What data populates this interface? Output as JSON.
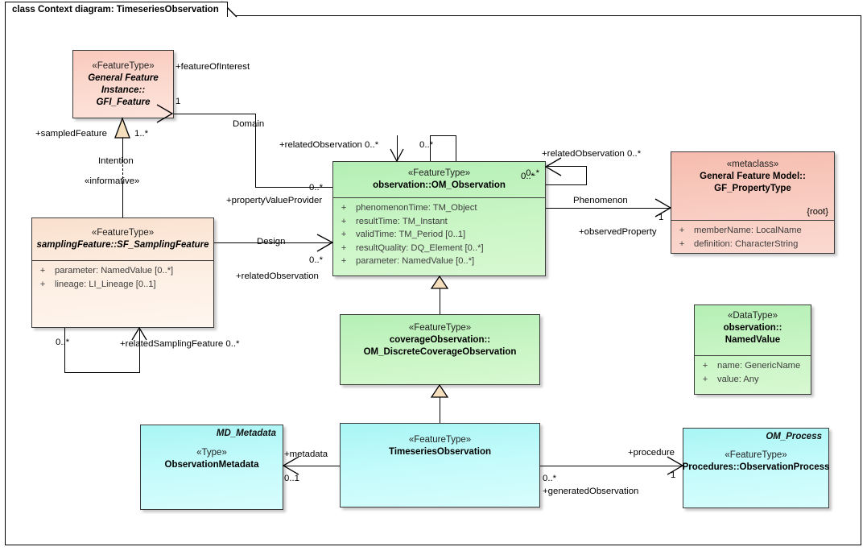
{
  "diagram": {
    "title": "class Context diagram: TimeseriesObservation",
    "type": "uml-class-diagram",
    "background": "#ffffff",
    "frame_border": "#000000"
  },
  "palette": {
    "pink": "#fbd4c8",
    "pink_metaclass": "#f9c9bd",
    "peach": "#fdeade",
    "green": "#c8f5c4",
    "cyan": "#c4fbfb",
    "line": "#000000",
    "generalization_fill": "#f5debb"
  },
  "classes": [
    {
      "id": "gfi-feature",
      "stereotype": "«FeatureType»",
      "name_lines": [
        "General Feature",
        "Instance::",
        "GFI_Feature"
      ],
      "name_italic": true,
      "theme": "pink",
      "attributes": [],
      "corner_tag": ""
    },
    {
      "id": "sf-samplingfeature",
      "stereotype": "«FeatureType»",
      "name_lines": [
        "samplingFeature::SF_SamplingFeature"
      ],
      "name_italic": true,
      "theme": "peach",
      "attributes": [
        {
          "visibility": "+",
          "text": "parameter: NamedValue [0..*]"
        },
        {
          "visibility": "+",
          "text": "lineage: LI_Lineage [0..1]"
        }
      ],
      "corner_tag": ""
    },
    {
      "id": "om-observation",
      "stereotype": "«FeatureType»",
      "name_lines": [
        "observation::OM_Observation"
      ],
      "name_italic": false,
      "theme": "green",
      "attributes": [
        {
          "visibility": "+",
          "text": "phenomenonTime: TM_Object"
        },
        {
          "visibility": "+",
          "text": "resultTime: TM_Instant"
        },
        {
          "visibility": "+",
          "text": "validTime: TM_Period [0..1]"
        },
        {
          "visibility": "+",
          "text": "resultQuality: DQ_Element [0..*]"
        },
        {
          "visibility": "+",
          "text": "parameter: NamedValue [0..*]"
        }
      ],
      "corner_tag": "0..*"
    },
    {
      "id": "gf-propertytype",
      "stereotype": "«metaclass»",
      "name_lines": [
        "General Feature Model::",
        "GF_PropertyType"
      ],
      "name_italic": false,
      "theme": "pink2",
      "attributes": [
        {
          "visibility": "+",
          "text": "memberName: LocalName"
        },
        {
          "visibility": "+",
          "text": "definition: CharacterString"
        }
      ],
      "corner_tag": "{root}"
    },
    {
      "id": "om-discretecoverageobservation",
      "stereotype": "«FeatureType»",
      "name_lines": [
        "coverageObservation::",
        "OM_DiscreteCoverageObservation"
      ],
      "name_italic": false,
      "theme": "green",
      "attributes": [],
      "corner_tag": ""
    },
    {
      "id": "namedvalue",
      "stereotype": "«DataType»",
      "name_lines": [
        "observation::",
        "NamedValue"
      ],
      "name_italic": false,
      "theme": "green",
      "attributes": [
        {
          "visibility": "+",
          "text": "name: GenericName"
        },
        {
          "visibility": "+",
          "text": "value: Any"
        }
      ],
      "corner_tag": ""
    },
    {
      "id": "observationmetadata",
      "stereotype": "«Type»",
      "name_lines": [
        "ObservationMetadata"
      ],
      "name_italic": false,
      "theme": "cyan",
      "attributes": [],
      "corner_tag": "",
      "top_right_label": "MD_Metadata"
    },
    {
      "id": "timeseriesobservation",
      "stereotype": "«FeatureType»",
      "name_lines": [
        "TimeseriesObservation"
      ],
      "name_italic": false,
      "theme": "cyan",
      "attributes": [],
      "corner_tag": ""
    },
    {
      "id": "observationprocess",
      "stereotype": "«FeatureType»",
      "name_lines": [
        "Procedures::ObservationProcess"
      ],
      "name_italic": false,
      "theme": "cyan",
      "attributes": [],
      "corner_tag": "",
      "top_right_label": "OM_Process"
    }
  ],
  "connector_labels": {
    "feature_of_interest": "+featureOfInterest",
    "foi_mult": "1",
    "sampled_feature": "+sampledFeature",
    "sampled_feature_mult": "1..*",
    "intention": "Intention",
    "informative": "«informative»",
    "domain": "Domain",
    "related_observation_domain": "+relatedObservation 0..*",
    "domain_mult_top": "0..*",
    "property_value_provider": "+propertyValueProvider",
    "pvp_mult": "0..*",
    "design": "Design",
    "related_observation_design": "+relatedObservation",
    "design_mult": "0..*",
    "self_related_observation": "+relatedObservation 0..*",
    "self_mult": "0..*",
    "phenomenon": "Phenomenon",
    "observed_property": "+observedProperty",
    "phenomenon_mult": "1",
    "related_sampling_feature": "+relatedSamplingFeature 0..*",
    "related_sampling_mult": "0..*",
    "metadata": "+metadata",
    "metadata_mult": "0..1",
    "procedure": "+procedure",
    "procedure_mult": "1",
    "generated_observation": "+generatedObservation",
    "generated_observation_mult": "0..*"
  }
}
